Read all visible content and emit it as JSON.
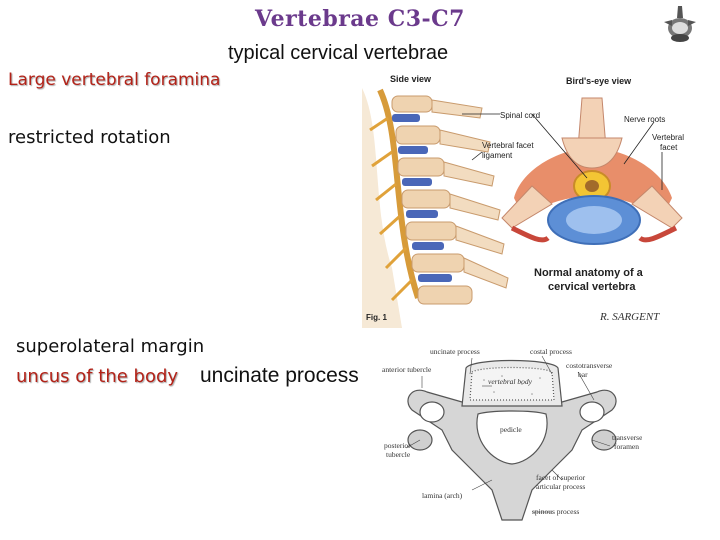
{
  "slide": {
    "title": "Vertebrae C3-C7",
    "subtitle": "typical cervical vertebrae",
    "label_foramina": "Large vertebral foramina",
    "label_rotation": "restricted rotation",
    "label_superolateral": "superolateral margin",
    "label_uncus": "uncus of the body",
    "label_uncinate": "uncinate process"
  },
  "figure_top": {
    "side_view": "Side view",
    "birds_eye": "Bird's-eye view",
    "spinal_cord": "Spinal cord",
    "facet_ligament_1": "Vertebral facet",
    "facet_ligament_2": "ligament",
    "nerve_roots": "Nerve roots",
    "vert_facet_1": "Vertebral",
    "vert_facet_2": "facet",
    "caption_1": "Normal anatomy of a",
    "caption_2": "cervical vertebra",
    "fig_number": "Fig. 1",
    "signature": "R. SARGENT"
  },
  "figure_bottom": {
    "uncinate_process": "uncinate process",
    "costal_process": "costal process",
    "anterior_tubercle": "anterior tubercle",
    "costotransverse_1": "costotransverse",
    "costotransverse_2": "bar",
    "vertebral_body": "vertebral body",
    "pedicle": "pedicle",
    "posterior_tubercle_1": "posterior",
    "posterior_tubercle_2": "tubercle",
    "transverse_foramen_1": "transverse",
    "transverse_foramen_2": "foramen",
    "facet_superior_1": "facet of superior",
    "facet_superior_2": "articular process",
    "lamina": "lamina (arch)",
    "spinous_process": "spinous process"
  },
  "colors": {
    "title": "#6b3a8c",
    "red_label": "#b32218",
    "bone": "#f2d9b8",
    "disc_blue": "#5d8fd6",
    "cord_yellow": "#f3c534",
    "muscle_red": "#c8473a"
  }
}
